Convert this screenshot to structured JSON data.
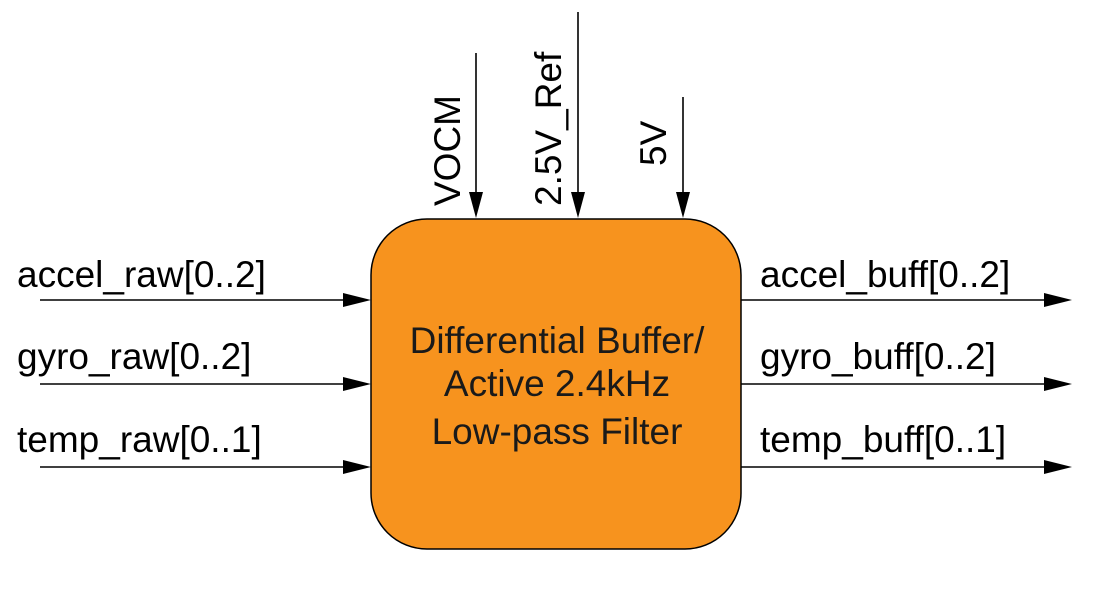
{
  "block": {
    "lines": [
      "Differential Buffer/",
      "Active 2.4kHz",
      "Low-pass Filter"
    ],
    "fill_color": "#F7931E",
    "stroke_color": "#000000"
  },
  "top_inputs": [
    {
      "label": "VOCM"
    },
    {
      "label": "2.5V_Ref"
    },
    {
      "label": "5V"
    }
  ],
  "left_inputs": [
    {
      "label": "accel_raw[0..2]"
    },
    {
      "label": "gyro_raw[0..2]"
    },
    {
      "label": "temp_raw[0..1]"
    }
  ],
  "right_outputs": [
    {
      "label": "accel_buff[0..2]"
    },
    {
      "label": "gyro_buff[0..2]"
    },
    {
      "label": "temp_buff[0..1]"
    }
  ]
}
